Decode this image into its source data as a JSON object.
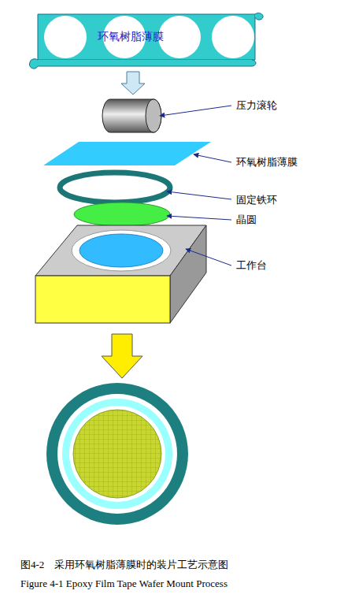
{
  "diagram": {
    "caption": "图4-2　采用环氧树脂薄膜时的装片工艺示意图",
    "nodes": [
      {
        "text": [
          "环氧树脂薄膜"
        ]
      }
    ],
    "labels": [
      "压力滚轮",
      "环氧树脂薄膜",
      "固定铁环",
      "晶圆",
      "工作台",
      "Figure 4-1 Epoxy Film Tape Wafer Mount Process"
    ]
  }
}
